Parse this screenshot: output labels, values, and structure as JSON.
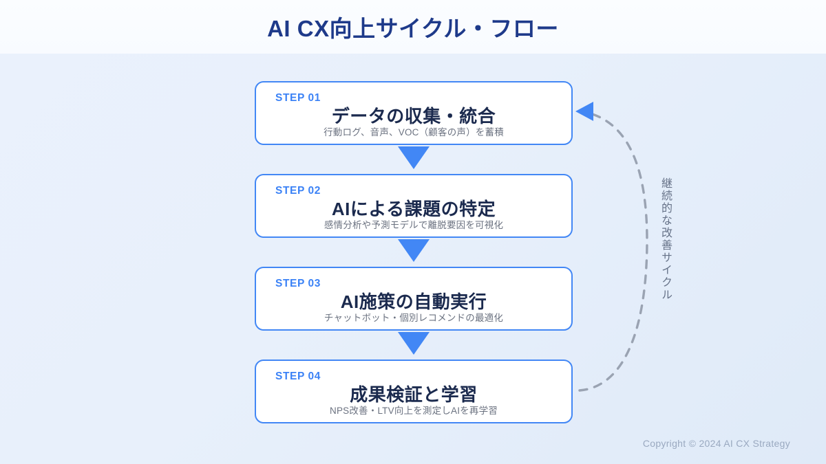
{
  "header": {
    "title": "AI CX向上サイクル・フロー"
  },
  "flow": {
    "steps": [
      {
        "label": "STEP 01",
        "heading": "データの収集・統合",
        "subtitle": "行動ログ、音声、VOC（顧客の声）を蓄積"
      },
      {
        "label": "STEP 02",
        "heading": "AIによる課題の特定",
        "subtitle": "感情分析や予測モデルで離脱要因を可視化"
      },
      {
        "label": "STEP 03",
        "heading": "AI施策の自動実行",
        "subtitle": "チャットボット・個別レコメンドの最適化"
      },
      {
        "label": "STEP 04",
        "heading": "成果検証と学習",
        "subtitle": "NPS改善・LTV向上を測定しAIを再学習"
      }
    ],
    "connector_icon": "down-triangle-arrow-icon"
  },
  "loop": {
    "label": "継続的な改善サイクル",
    "arrow_icon": "left-triangle-arrow-icon",
    "curve_style": "dashed"
  },
  "footer": {
    "copyright": "Copyright © 2024 AI CX Strategy"
  },
  "colors": {
    "title": "#1e3a8a",
    "accent": "#4287f5",
    "step_label": "#3b82f6",
    "heading": "#1b2a4e",
    "subtitle": "#6b7280",
    "loop_dash": "#9aa3b2",
    "footer": "#9aa9c0",
    "card_bg": "#ffffff",
    "header_band": "#fbfdff"
  }
}
